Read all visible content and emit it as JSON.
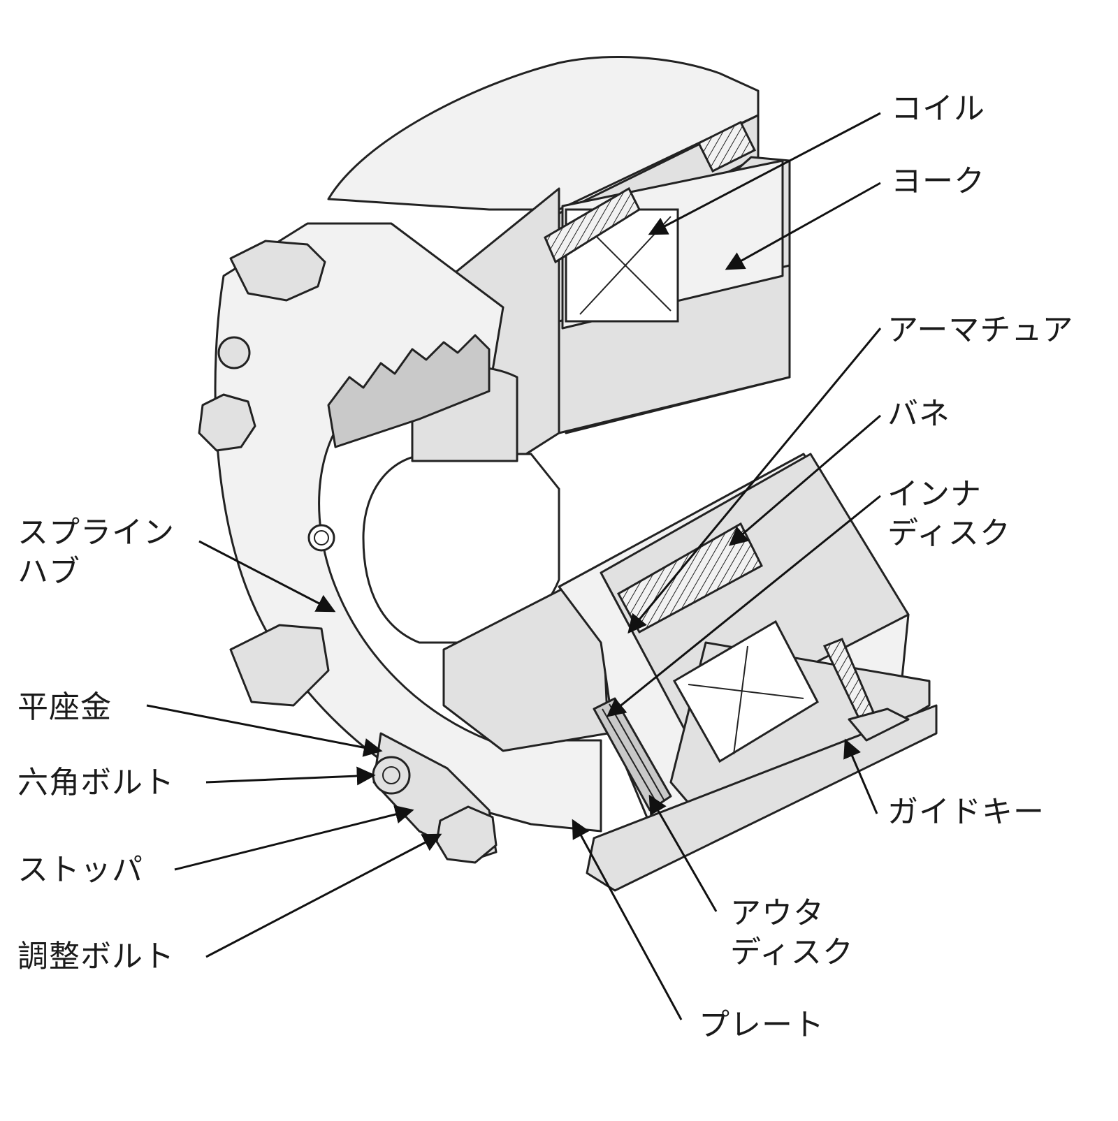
{
  "labels": {
    "coil": "コイル",
    "yoke": "ヨーク",
    "armature": "アーマチュア",
    "spring": "バネ",
    "inner_disc_1": "インナ",
    "inner_disc_2": "ディスク",
    "spline_hub_1": "スプライン",
    "spline_hub_2": "ハブ",
    "flat_washer": "平座金",
    "hex_bolt": "六角ボルト",
    "stopper": "ストッパ",
    "adjust_bolt": "調整ボルト",
    "guide_key": "ガイドキー",
    "outer_disc_1": "アウタ",
    "outer_disc_2": "ディスク",
    "plate": "プレート"
  }
}
